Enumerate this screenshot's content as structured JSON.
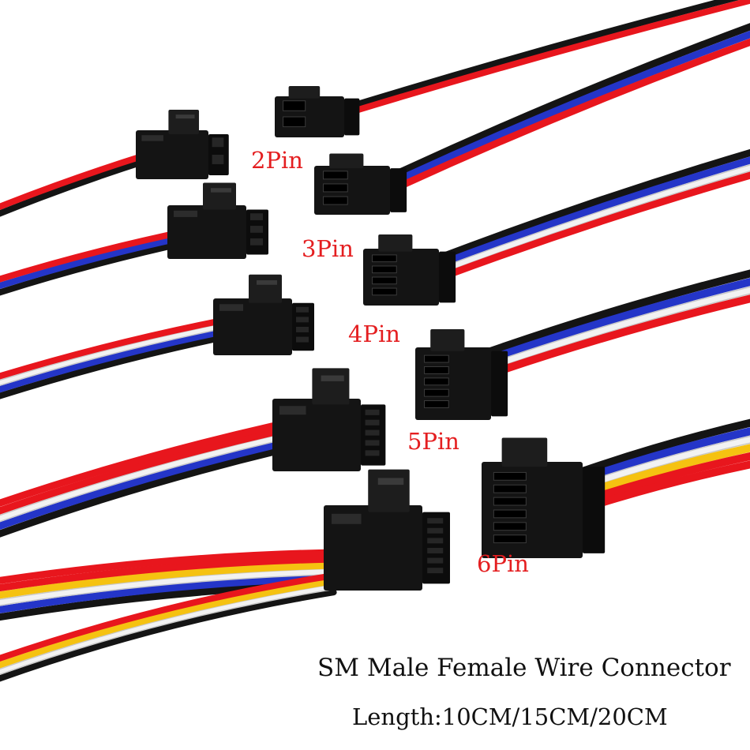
{
  "product": {
    "title": "SM Male Female Wire Connector",
    "length": "Length:10CM/15CM/20CM"
  },
  "pin_labels": [
    "2Pin",
    "3Pin",
    "4Pin",
    "5Pin",
    "6Pin"
  ],
  "colors": {
    "label_red": "#e41e20",
    "wire_black": "#141414",
    "wire_red": "#e8161d",
    "wire_blue": "#2435c8",
    "wire_white": "#f2f2f2",
    "wire_yellow": "#f5c211",
    "housing": "#141414"
  }
}
